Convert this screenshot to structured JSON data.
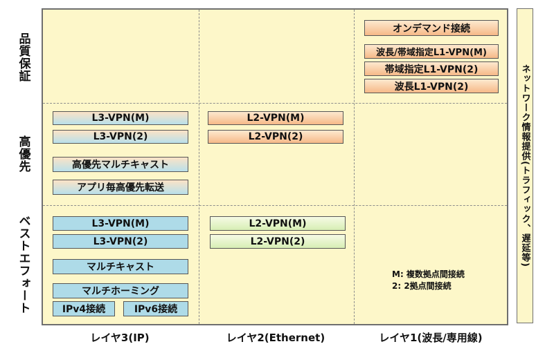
{
  "rows": [
    "品質保証",
    "高優先",
    "ベストエフォート"
  ],
  "columns": [
    "レイヤ3(IP)",
    "レイヤ2(Ethernet)",
    "レイヤ1(波長/専用線)"
  ],
  "side_label": "ネットワーク情報提供(トラフィック、遅延等)",
  "l1_guaranteed": [
    "オンデマンド接続",
    "波長/帯域指定L1-VPN(M)",
    "帯域指定L1-VPN(2)",
    "波長L1-VPN(2)"
  ],
  "l3_priority": [
    "L3-VPN(M)",
    "L3-VPN(2)",
    "高優先マルチキャスト",
    "アプリ毎高優先転送"
  ],
  "l2_priority": [
    "L2-VPN(M)",
    "L2-VPN(2)"
  ],
  "l3_besteffort": [
    "L3-VPN(M)",
    "L3-VPN(2)",
    "マルチキャスト",
    "マルチホーミング",
    "IPv4接続",
    "IPv6接続"
  ],
  "l2_besteffort": [
    "L2-VPN(M)",
    "L2-VPN(2)"
  ],
  "legend": [
    "M: 複数拠点間接続",
    "2: 2拠点間接続"
  ],
  "colors": {
    "grid_bg": "#fdf7c9",
    "orange": "#f6b988",
    "blue": "#aedbe8",
    "green": "#d7eeb4"
  }
}
